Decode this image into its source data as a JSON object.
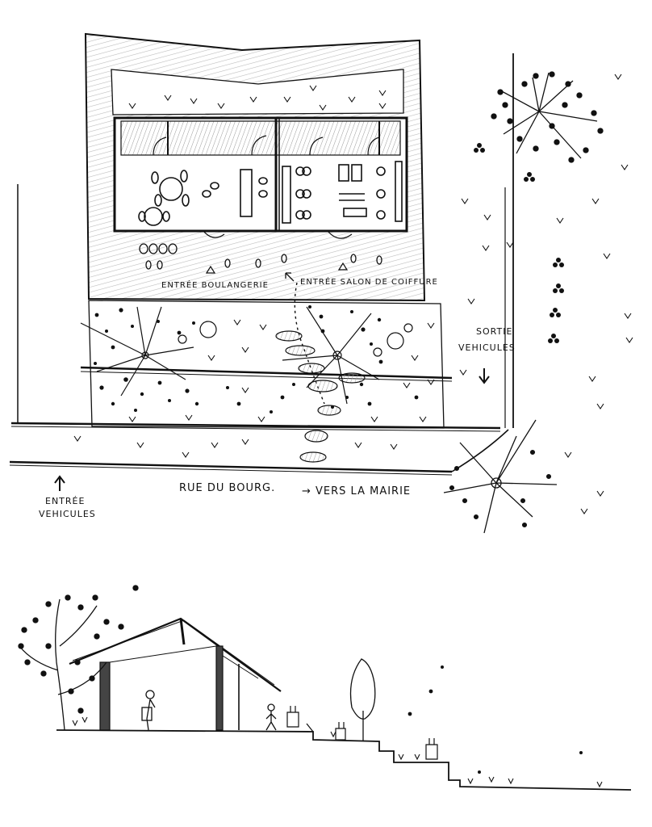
{
  "labels": {
    "entree_boulangerie": "ENTRÉE BOULANGERIE",
    "entree_salon": "ENTRÉE SALON DE COIFFURE",
    "sortie_line1": "SORTIE",
    "sortie_line2": "VEHICULES",
    "entree_veh_line1": "ENTRÉE",
    "entree_veh_line2": "VEHICULES",
    "rue": "RUE DU BOURG.",
    "vers_mairie": "→ VERS LA MAIRIE"
  },
  "colors": {
    "ink": "#111111",
    "hatch": "#b8b8b8",
    "paper": "#ffffff"
  }
}
